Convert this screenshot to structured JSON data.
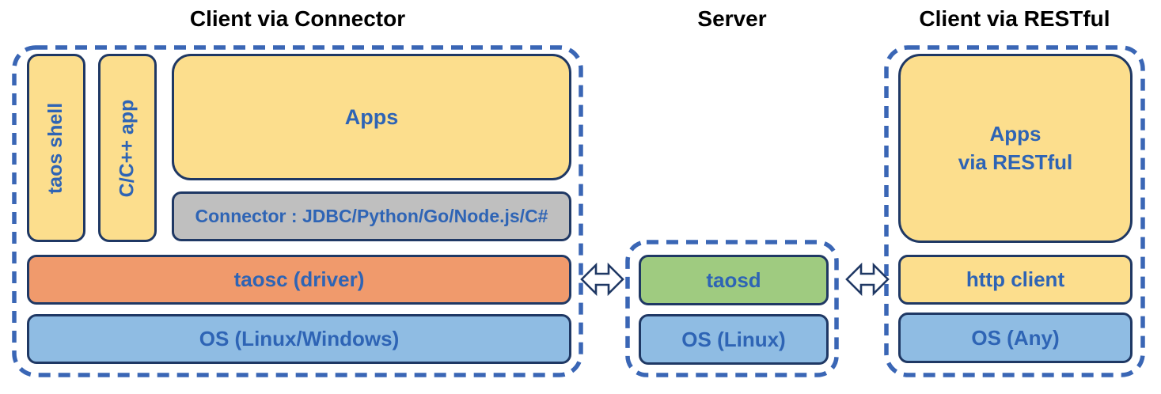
{
  "diagram": {
    "sections": [
      {
        "id": "client-via-connector",
        "title": "Client via Connector",
        "boxes": [
          {
            "label": "taos shell",
            "color": "#FCDE8D"
          },
          {
            "label": "C/C++ app",
            "color": "#FCDE8D"
          },
          {
            "label": "Apps",
            "color": "#FCDE8D"
          },
          {
            "label": "Connector : JDBC/Python/Go/Node.js/C#",
            "color": "#BFBFBF"
          },
          {
            "label": "taosc (driver)",
            "color": "#F09A6C"
          },
          {
            "label": "OS (Linux/Windows)",
            "color": "#8FBCE3"
          }
        ]
      },
      {
        "id": "server",
        "title": "Server",
        "boxes": [
          {
            "label": "taosd",
            "color": "#9FCB80"
          },
          {
            "label": "OS (Linux)",
            "color": "#8FBCE3"
          }
        ]
      },
      {
        "id": "client-via-restful",
        "title": "Client via RESTful",
        "boxes": [
          {
            "label": "Apps\nvia RESTful",
            "color": "#FCDE8D"
          },
          {
            "label": "http client",
            "color": "#FCDE8D"
          },
          {
            "label": "OS (Any)",
            "color": "#8FBCE3"
          }
        ]
      }
    ],
    "connectors": [
      {
        "icon": "bidirectional-arrow-icon"
      },
      {
        "icon": "bidirectional-arrow-icon"
      }
    ],
    "colors": {
      "panel_dash_border": "#3A66B5",
      "box_border": "#1F3864",
      "label_text": "#2E64B5",
      "title_text": "#000000",
      "arrow_fill": "#FFFFFF"
    }
  }
}
